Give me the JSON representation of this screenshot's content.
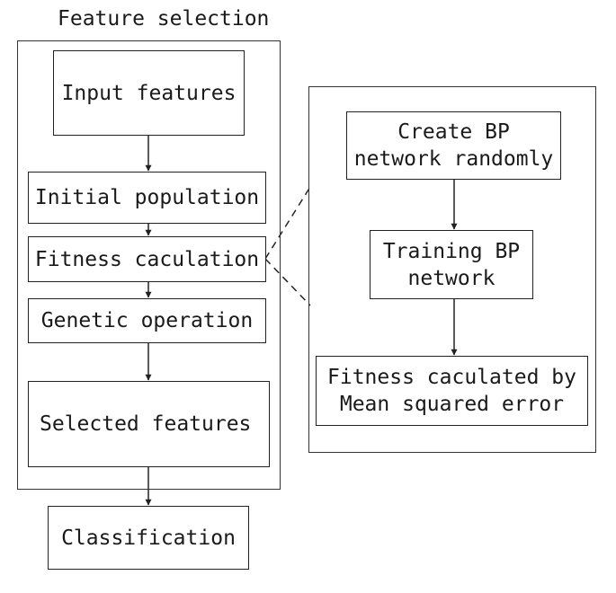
{
  "diagram": {
    "title": "Feature selection",
    "main_flow": {
      "input_features": "Input features",
      "initial_population": "Initial population",
      "fitness_calculation": "Fitness caculation",
      "genetic_operation": "Genetic operation",
      "selected_features": "Selected features",
      "classification": "Classification"
    },
    "detail_flow": {
      "create_bp": "Create BP\nnetwork randomly",
      "training_bp": "Training BP\nnetwork",
      "fitness_mse": "Fitness caculated by\nMean squared error"
    }
  }
}
